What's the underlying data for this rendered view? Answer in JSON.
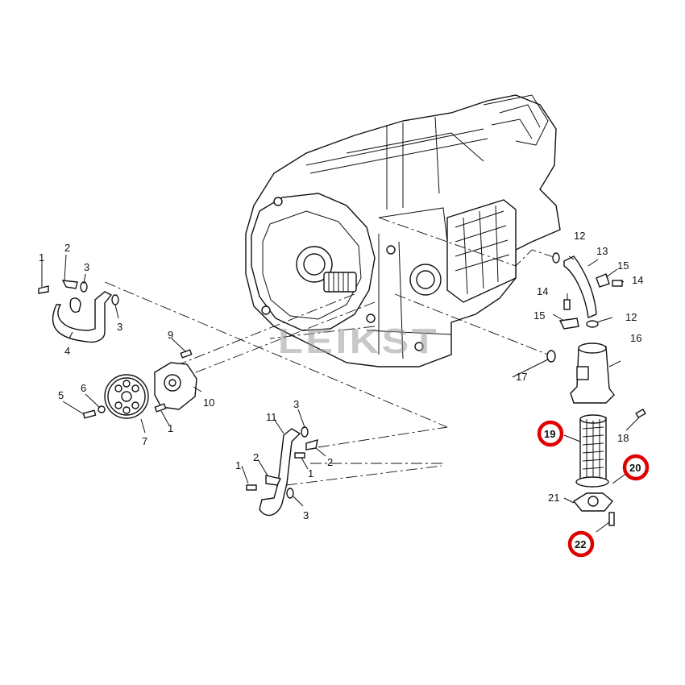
{
  "watermark": "LEIKST",
  "highlight_color": "#e00000",
  "callouts": {
    "c1a": "1",
    "c2a": "2",
    "c3a": "3",
    "c3b": "3",
    "c4": "4",
    "c5": "5",
    "c6": "6",
    "c7": "7",
    "c9": "9",
    "c1b": "1",
    "c10": "10",
    "c11": "11",
    "c3c": "3",
    "c2b": "2",
    "c1c": "1",
    "c2c": "2",
    "c1d": "1",
    "c3d": "3",
    "c12a": "12",
    "c13": "13",
    "c15a": "15",
    "c14a": "14",
    "c14b": "14",
    "c15b": "15",
    "c12b": "12",
    "c16": "16",
    "c17": "17",
    "c18": "18",
    "c19": "19",
    "c20": "20",
    "c21": "21",
    "c22": "22"
  }
}
